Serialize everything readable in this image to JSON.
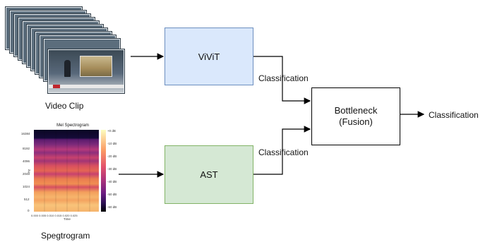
{
  "nodes": {
    "vivit": "ViViT",
    "ast": "AST",
    "bottleneck_line1": "Bottleneck",
    "bottleneck_line2": "(Fusion)"
  },
  "edge_labels": {
    "vivit_to_bottleneck": "Classification",
    "ast_to_bottleneck": "Classification",
    "output": "Classification"
  },
  "inputs": {
    "video_caption": "Video Clip",
    "spectrogram_caption": "Spegtrogram"
  },
  "spectrogram": {
    "title": "Mel Spectrogram",
    "y_axis_label": "Hz",
    "x_axis_label": "Time",
    "y_ticks": [
      "16384",
      "8192",
      "4096",
      "2048",
      "1024",
      "512",
      "0"
    ],
    "x_ticks": "0.000 0.005 0.010 0.015 0.020 0.025",
    "colorbar_ticks": [
      "+0 dB",
      "-10 dB",
      "-20 dB",
      "-30 dB",
      "-40 dB",
      "-50 dB",
      "-60 dB"
    ]
  },
  "colors": {
    "vivit_fill": "#dae8fc",
    "vivit_stroke": "#6c8ebf",
    "ast_fill": "#d5e8d4",
    "ast_stroke": "#82b366"
  }
}
